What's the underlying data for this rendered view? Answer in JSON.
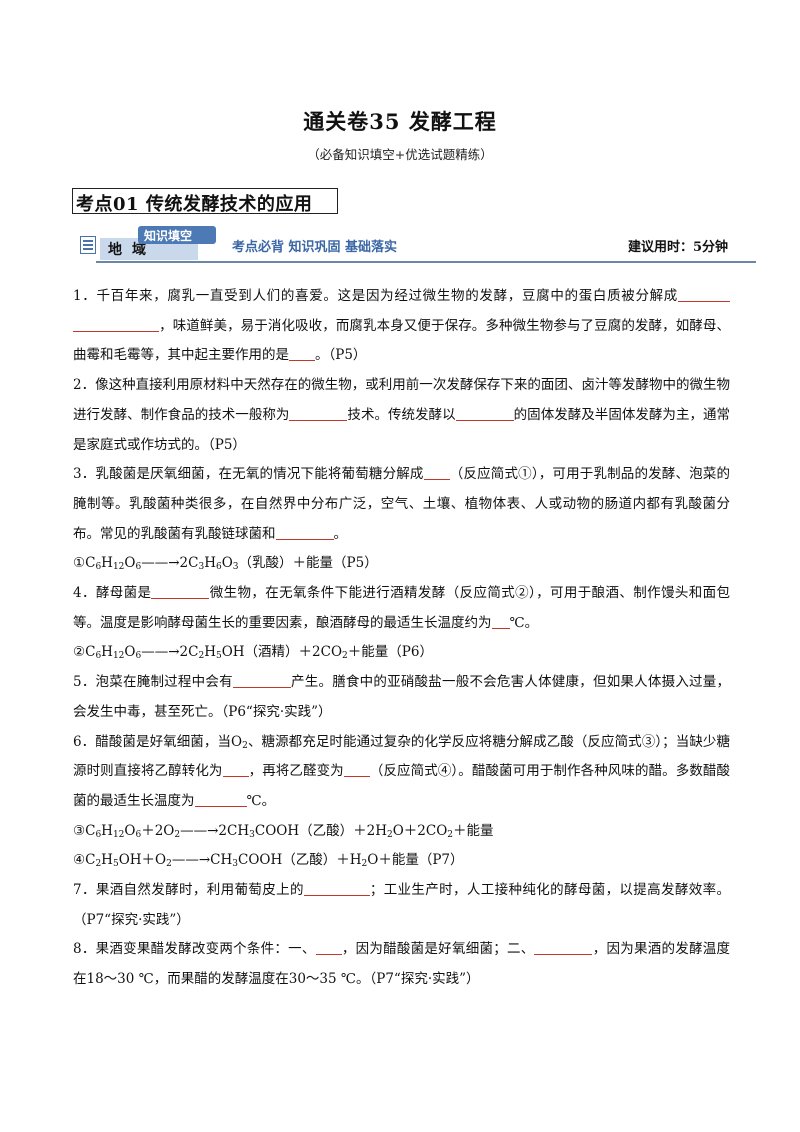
{
  "doc": {
    "title": "通关卷35  发酵工程",
    "subtitle": "（必备知识填空+优选试题精练）",
    "section_heading": "考点01    传统发酵技术的应用"
  },
  "banner": {
    "tag_light": "知识填空",
    "tag_dark": "地域",
    "slogan": "考点必背  知识巩固  基础落实",
    "time": "建议用时：5分钟"
  },
  "q1": {
    "a": "1．千百年来，腐乳一直受到人们的喜爱。这是因为经过微生物的发酵，豆腐中的蛋白质被分解成",
    "b": "，味道鲜美，易于消化吸收，而腐乳本身又便于保存。多种微生物参与了豆腐的发酵，如酵母、曲霉和毛霉等，其中起主要作用的是",
    "c": "。（P5）"
  },
  "q2": {
    "a": "2．像这种直接利用原材料中天然存在的微生物，或利用前一次发酵保存下来的面团、卤汁等发酵物中的微生物进行发酵、制作食品的技术一般称为",
    "b": "技术。传统发酵以",
    "c": "的固体发酵及半固体发酵为主，通常是家庭式或作坊式的。（P5）"
  },
  "q3": {
    "a": "3．乳酸菌是厌氧细菌，在无氧的情况下能将葡萄糖分解成",
    "b": "（反应简式①），可用于乳制品的发酵、泡菜的腌制等。乳酸菌种类很多，在自然界中分布广泛，空气、土壤、植物体表、人或动物的肠道内都有乳酸菌分布。常见的乳酸菌有乳酸链球菌和",
    "c": "。"
  },
  "f1": {
    "a": "①C",
    "s1": "6",
    "b": "H",
    "s2": "12",
    "c": "O",
    "s3": "6",
    "d": "——→2C",
    "s4": "3",
    "e": "H",
    "s5": "6",
    "f": "O",
    "s6": "3",
    "g": "（乳酸）＋能量（P5）"
  },
  "q4": {
    "a": "4．酵母菌是",
    "b": "微生物，在无氧条件下能进行酒精发酵（反应简式②），可用于酿酒、制作馒头和面包等。温度是影响酵母菌生长的重要因素，酿酒酵母的最适生长温度约为",
    "c": "℃。"
  },
  "f2": {
    "a": "②C",
    "s1": "6",
    "b": "H",
    "s2": "12",
    "c": "O",
    "s3": "6",
    "d": "——→2C",
    "s4": "2",
    "e": "H",
    "s5": "5",
    "f": "OH（酒精）＋2CO",
    "s6": "2",
    "g": "＋能量（P6）"
  },
  "q5": {
    "a": "5．泡菜在腌制过程中会有",
    "b": "产生。膳食中的亚硝酸盐一般不会危害人体健康，但如果人体摄入过量，会发生中毒，甚至死亡。（P6“探究·实践”）"
  },
  "q6": {
    "a": "6．醋酸菌是好氧细菌，当O",
    "s1": "2",
    "b": "、糖源都充足时能通过复杂的化学反应将糖分解成乙酸（反应简式③）；当缺少糖源时则直接将乙醇转化为",
    "c": "，再将乙醛变为",
    "d": "（反应简式④）。醋酸菌可用于制作各种风味的醋。多数醋酸菌的最适生长温度为",
    "e": "℃。"
  },
  "f3": {
    "a": "③C",
    "s1": "6",
    "b": "H",
    "s2": "12",
    "c": "O",
    "s3": "6",
    "d": "＋2O",
    "s4": "2",
    "e": "——→2CH",
    "s5": "3",
    "f": "COOH（乙酸）＋2H",
    "s6": "2",
    "g": "O＋2CO",
    "s7": "2",
    "h": "＋能量"
  },
  "f4": {
    "a": "④C",
    "s1": "2",
    "b": "H",
    "s2": "5",
    "c": "OH＋O",
    "s3": "2",
    "d": "——→CH",
    "s4": "3",
    "e": "COOH（乙酸）＋H",
    "s5": "2",
    "f": "O＋能量（P7）"
  },
  "q7": {
    "a": "7．果酒自然发酵时，利用葡萄皮上的",
    "b": "；工业生产时，人工接种纯化的酵母菌，以提高发酵效率。（P7“探究·实践”）"
  },
  "q8": {
    "a": "8．果酒变果醋发酵改变两个条件：一、",
    "b": "，因为醋酸菌是好氧细菌；二、",
    "c": "，因为果酒的发酵温度在18～30 ℃，而果醋的发酵温度在30～35 ℃。（P7“探究·实践”）"
  }
}
